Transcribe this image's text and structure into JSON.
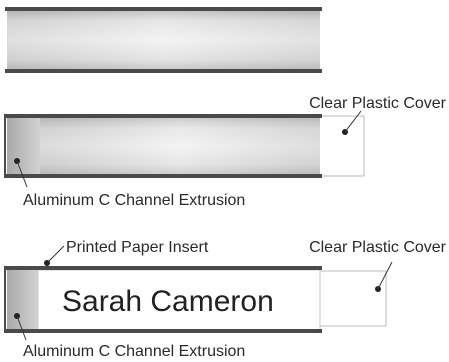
{
  "labels": {
    "cover_1": "Clear Plastic Cover",
    "extrusion_1": "Aluminum C Channel Extrusion",
    "insert_3": "Printed Paper Insert",
    "cover_3": "Clear Plastic Cover",
    "extrusion_3": "Aluminum C Channel Extrusion"
  },
  "insert_name": "Sarah Cameron",
  "colors": {
    "rail": "#4a4a4a",
    "aluminum_light": "#f2f2f2",
    "aluminum_mid": "#d6d6d6",
    "aluminum_dark": "#b4b4b4",
    "cover_outline": "#bdbdbd",
    "leader_line": "#333333",
    "callout_dot": "#222222"
  }
}
